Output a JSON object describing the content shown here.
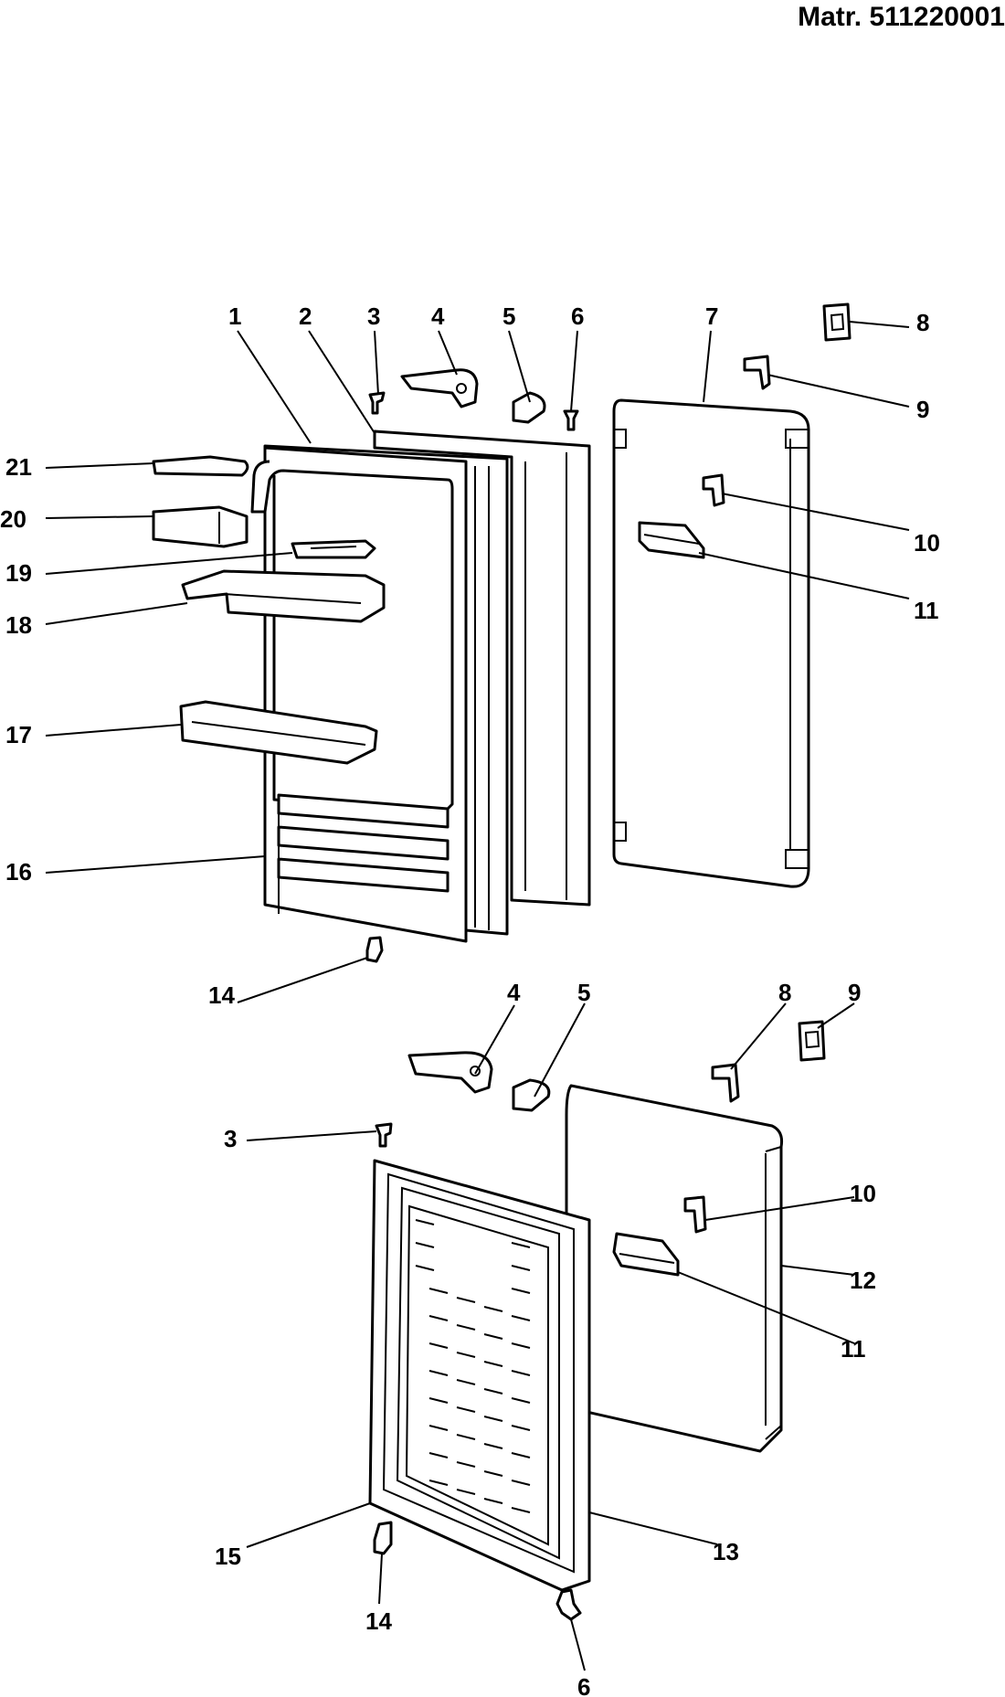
{
  "document": {
    "id": "Matr. 511220001"
  },
  "callouts": [
    "1",
    "2",
    "3",
    "4",
    "5",
    "6",
    "7",
    "8",
    "9",
    "10",
    "11",
    "12",
    "13",
    "14",
    "15",
    "16",
    "17",
    "18",
    "19",
    "20",
    "21"
  ],
  "colors": {
    "line": "#000000",
    "background": "#ffffff"
  }
}
